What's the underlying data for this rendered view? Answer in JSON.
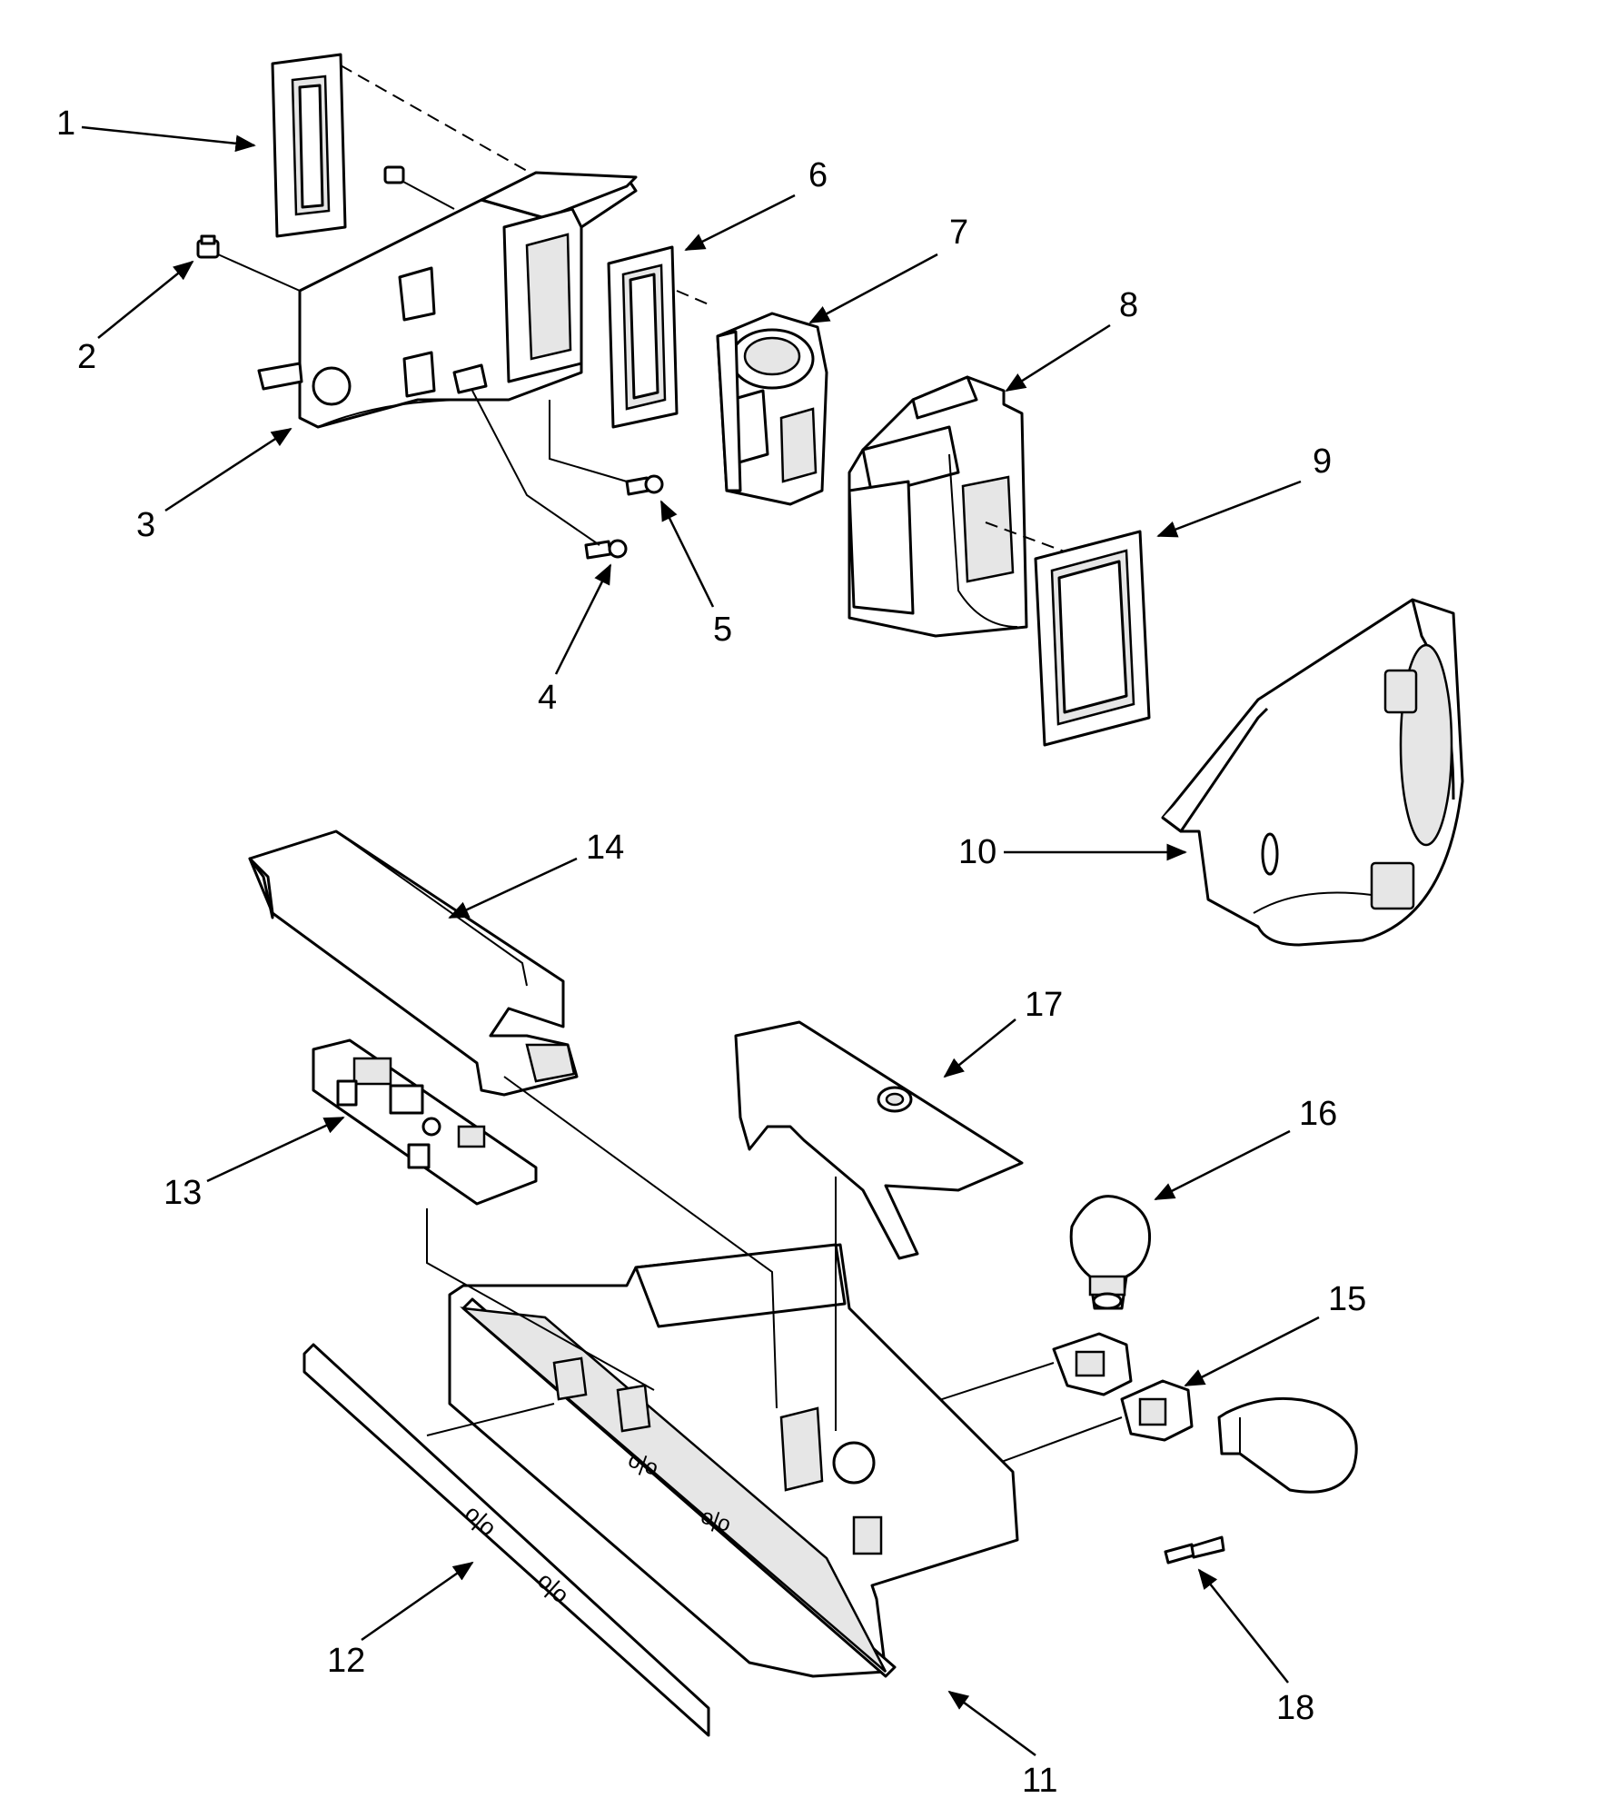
{
  "callouts": [
    {
      "id": "1",
      "label": "1"
    },
    {
      "id": "2",
      "label": "2"
    },
    {
      "id": "3",
      "label": "3"
    },
    {
      "id": "4",
      "label": "4"
    },
    {
      "id": "5",
      "label": "5"
    },
    {
      "id": "6",
      "label": "6"
    },
    {
      "id": "7",
      "label": "7"
    },
    {
      "id": "8",
      "label": "8"
    },
    {
      "id": "9",
      "label": "9"
    },
    {
      "id": "10",
      "label": "10"
    },
    {
      "id": "11",
      "label": "11"
    },
    {
      "id": "12",
      "label": "12"
    },
    {
      "id": "13",
      "label": "13"
    },
    {
      "id": "14",
      "label": "14"
    },
    {
      "id": "15",
      "label": "15"
    },
    {
      "id": "16",
      "label": "16"
    },
    {
      "id": "17",
      "label": "17"
    },
    {
      "id": "18",
      "label": "18"
    }
  ],
  "panel_markings": {
    "button_glyph_a": "o|o",
    "button_glyph_b": "o|o",
    "button_glyph_c": "o|o",
    "button_glyph_d": "o|o"
  },
  "colors": {
    "line": "#000000",
    "background": "#ffffff",
    "shade": "#e6e6e6"
  }
}
